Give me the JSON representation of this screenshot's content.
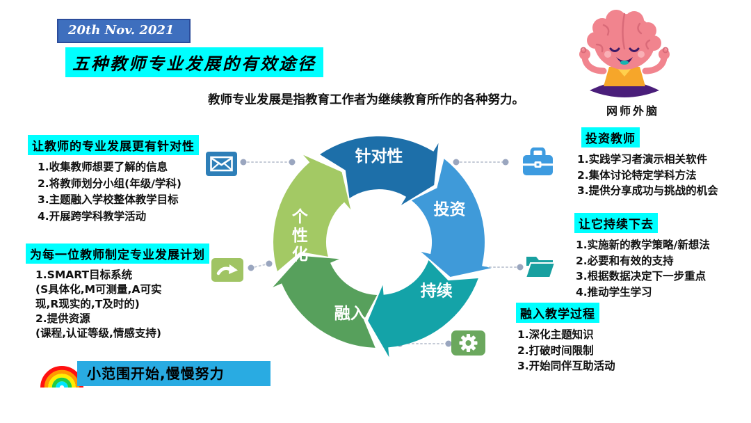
{
  "page": {
    "date_badge": "20th Nov. 2021",
    "title": "五种教师专业发展的有效途径",
    "subtitle": "教师专业发展是指教育工作者为继续教育所作的各种努力。",
    "mascot_caption": "网师外脑",
    "footer_note": "小范围开始,慢慢努力"
  },
  "cycle": {
    "segments": [
      {
        "label": "针对性",
        "color": "#1d6fa9"
      },
      {
        "label": "投资",
        "color": "#3f9ad9"
      },
      {
        "label": "持续",
        "color": "#14a3a8"
      },
      {
        "label": "融入",
        "color": "#57a05c"
      },
      {
        "label": "个性化",
        "color": "#a3c964",
        "vertical": true
      }
    ]
  },
  "left_blocks": [
    {
      "title": "让教师的专业发展更有针对性",
      "icon": "envelope-icon",
      "items": [
        "1.收集教师想要了解的信息",
        "2.将教师划分小组(年级/学科)",
        "3.主题融入学校整体教学目标",
        "4.开展跨学科教学活动"
      ]
    },
    {
      "title": "为每一位教师制定专业发展计划",
      "icon": "curved-arrow-icon",
      "items": [
        "1.SMART目标系统",
        "(S具体化,M可测量,A可实",
        "现,R现实的,T及时的)",
        "2.提供资源",
        "(课程,认证等级,情感支持)"
      ]
    }
  ],
  "right_blocks": [
    {
      "title": "投资教师",
      "icon": "briefcase-icon",
      "items": [
        "1.实践学习者演示相关软件",
        "2.集体讨论特定学科方法",
        "3.提供分享成功与挑战的机会"
      ]
    },
    {
      "title": "让它持续下去",
      "icon": "folder-icon",
      "items": [
        "1.实施新的教学策略/新想法",
        "2.必要和有效的支持",
        "3.根据数据决定下一步重点",
        "4.推动学生学习"
      ]
    },
    {
      "title": "融入教学过程",
      "icon": "gear-icon",
      "items": [
        "1.深化主题知识",
        "2.打破时间限制",
        "3.开始同伴互助活动"
      ]
    }
  ],
  "colors": {
    "highlight": "#00ffff",
    "footer_bar": "#29abe2",
    "date_box_bg": "#3e6fbe",
    "date_box_border": "#2b4c9b",
    "envelope_blue": "#2e7fb8",
    "briefcase_blue": "#3d9be0",
    "folder_teal": "#18a0a0",
    "gear_green": "#6ba85e",
    "arrow_green": "#a0c464",
    "connector_dot": "#9aa6bf",
    "connector_line": "#c4cad6",
    "brain_pink": "#f1848e",
    "brain_outline": "#d96a78",
    "shirt_yellow": "#f6a62a",
    "pants_purple": "#4a1e7a"
  }
}
